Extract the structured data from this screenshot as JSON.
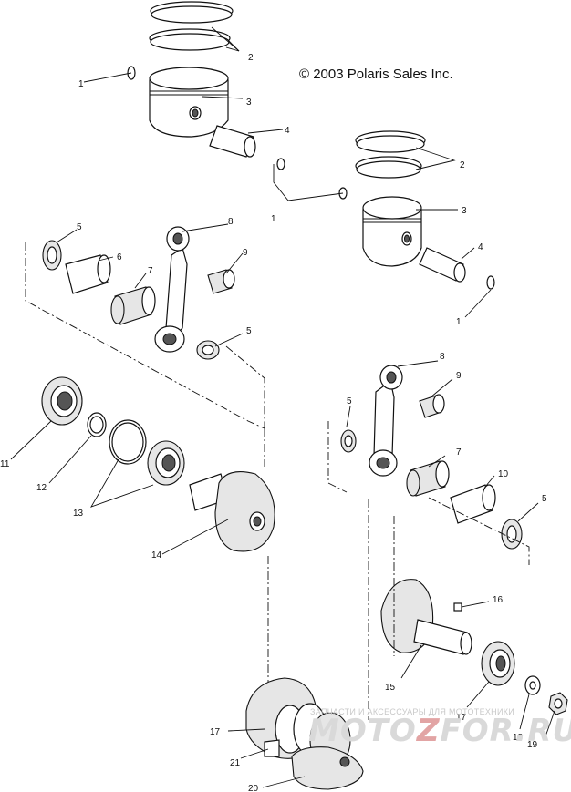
{
  "copyright": "© 2003 Polaris Sales Inc.",
  "watermark": {
    "tagline": "ЗАПЧАСТИ И АКСЕССУАРЫ ДЛЯ МОТОТЕХНИКИ",
    "logo_left": "MOTO",
    "logo_mid": "Z",
    "logo_right": "FOR.RU"
  },
  "callouts": {
    "c_1a": "1",
    "c_2a": "2",
    "c_3a": "3",
    "c_4a": "4",
    "c_1b": "1",
    "c_2b": "2",
    "c_3b": "3",
    "c_4b": "4",
    "c_1c": "1",
    "c_5a": "5",
    "c_6": "6",
    "c_7a": "7",
    "c_8a": "8",
    "c_9a": "9",
    "c_5b": "5",
    "c_11": "11",
    "c_12": "12",
    "c_13": "13",
    "c_14": "14",
    "c_8b": "8",
    "c_9b": "9",
    "c_5c": "5",
    "c_7b": "7",
    "c_10": "10",
    "c_5d": "5",
    "c_16": "16",
    "c_15": "15",
    "c_17a": "17",
    "c_18": "18",
    "c_19": "19",
    "c_17b": "17",
    "c_21": "21",
    "c_20": "20"
  }
}
